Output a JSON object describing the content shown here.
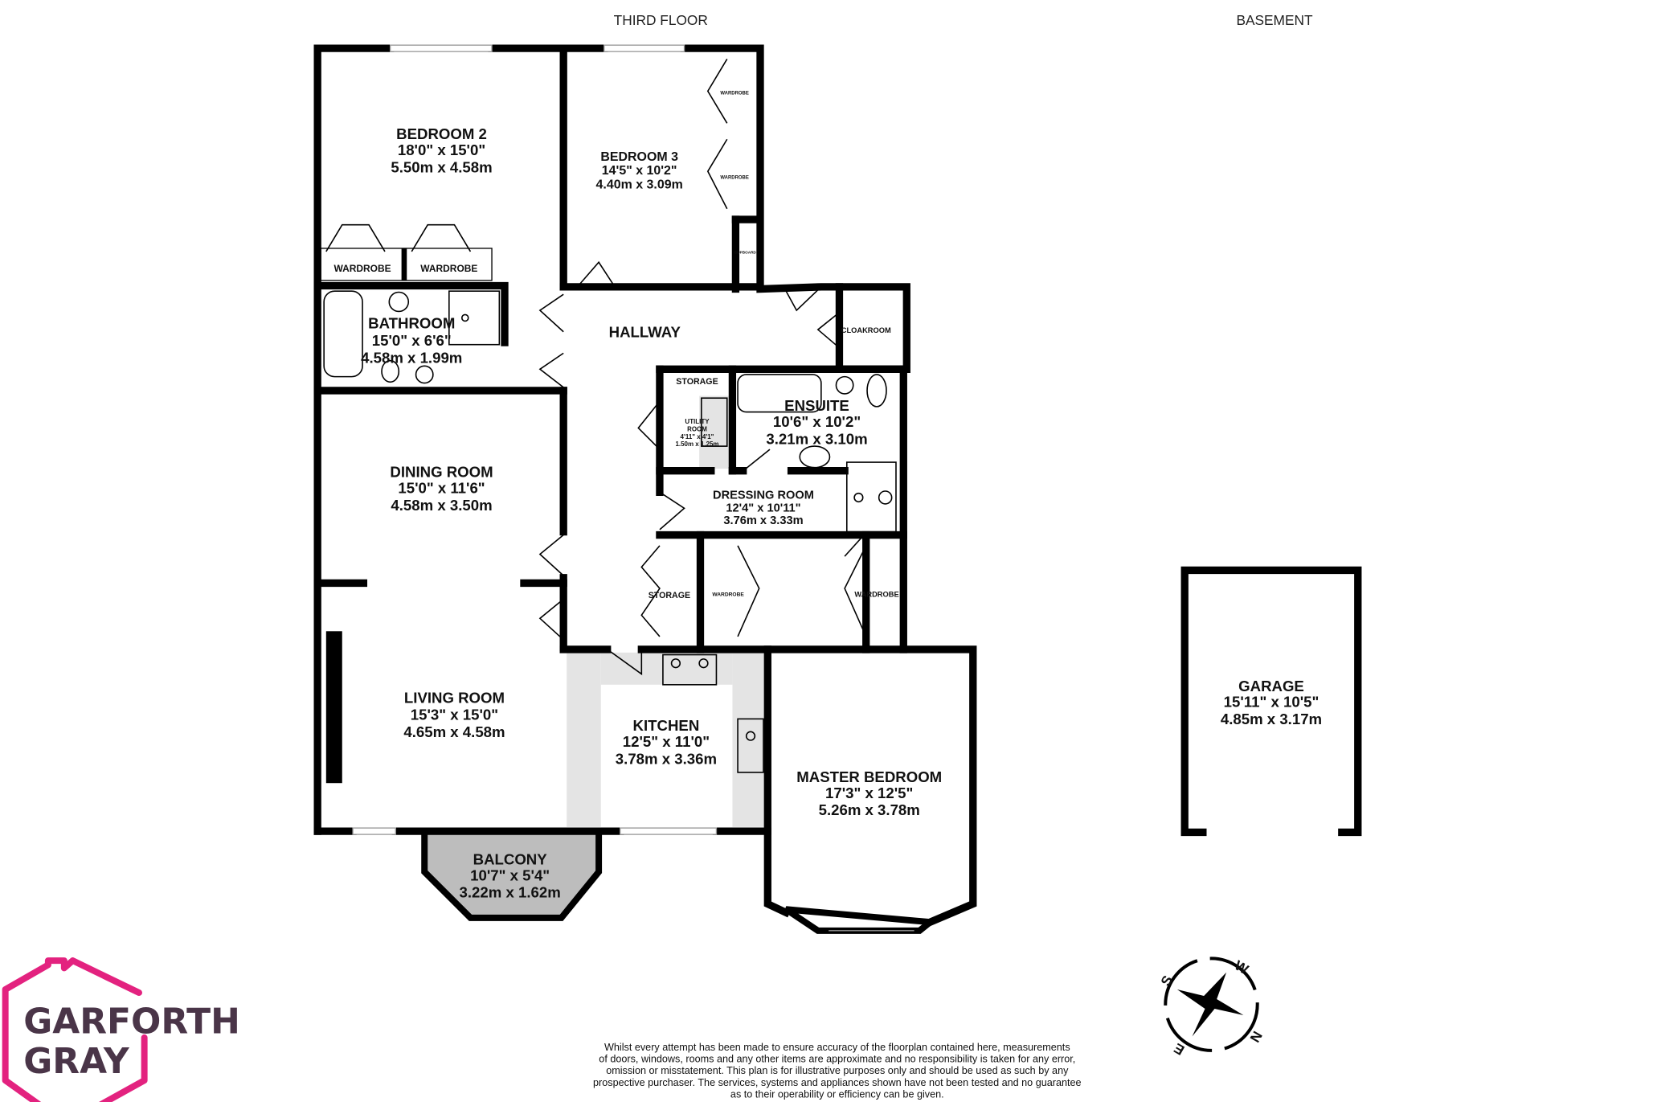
{
  "headers": {
    "third_floor": "THIRD FLOOR",
    "basement": "BASEMENT"
  },
  "rooms": {
    "bedroom2": {
      "name": "BEDROOM 2",
      "imperial": "18'0\"  x 15'0\"",
      "metric": "5.50m  x 4.58m"
    },
    "bedroom3": {
      "name": "BEDROOM 3",
      "imperial": "14'5\"  x 10'2\"",
      "metric": "4.40m  x 3.09m"
    },
    "bathroom": {
      "name": "BATHROOM",
      "imperial": "15'0\"  x 6'6\"",
      "metric": "4.58m  x 1.99m"
    },
    "hallway": {
      "name": "HALLWAY"
    },
    "cloakroom": {
      "name": "CLOAKROOM"
    },
    "storage_top": {
      "name": "STORAGE"
    },
    "utility": {
      "name1": "UTILITY",
      "name2": "ROOM",
      "imperial": "4'11\"  x 4'1\"",
      "metric": "1.50m  x 1.25m"
    },
    "ensuite": {
      "name": "ENSUITE",
      "imperial": "10'6\"  x 10'2\"",
      "metric": "3.21m  x 3.10m"
    },
    "dressing": {
      "name": "DRESSING ROOM",
      "imperial": "12'4\"  x 10'11\"",
      "metric": "3.76m  x 3.33m"
    },
    "dining": {
      "name": "DINING ROOM",
      "imperial": "15'0\"  x 11'6\"",
      "metric": "4.58m  x 3.50m"
    },
    "living": {
      "name": "LIVING ROOM",
      "imperial": "15'3\"  x 15'0\"",
      "metric": "4.65m  x 4.58m"
    },
    "kitchen": {
      "name": "KITCHEN",
      "imperial": "12'5\"  x 11'0\"",
      "metric": "3.78m  x 3.36m"
    },
    "master": {
      "name": "MASTER BEDROOM",
      "imperial": "17'3\"  x 12'5\"",
      "metric": "5.26m  x 3.78m"
    },
    "balcony": {
      "name": "BALCONY",
      "imperial": "10'7\"  x 5'4\"",
      "metric": "3.22m  x 1.62m"
    },
    "storage_mid": {
      "name": "STORAGE"
    },
    "garage": {
      "name": "GARAGE",
      "imperial": "15'11\"  x 10'5\"",
      "metric": "4.85m  x 3.17m"
    }
  },
  "fixtures": {
    "wardrobe": "WARDROBE",
    "cupboard": "CUPBOARD"
  },
  "compass": {
    "n": "N",
    "e": "E",
    "s": "S",
    "w": "W"
  },
  "logo": {
    "line1": "GARFORTH",
    "line2": "GRAY",
    "color": "#e3227f",
    "text_color": "#4a3548"
  },
  "disclaimer": [
    "Whilst every attempt has been made to ensure accuracy of the floorplan contained here, measurements",
    "of doors, windows, rooms and any other items are approximate and no responsibility is taken for any error,",
    "omission or misstatement. This plan is for illustrative purposes only and should be used as such by any",
    "prospective purchaser. The services, systems and appliances shown have not been tested and no guarantee",
    "as to their operability or efficiency can be given."
  ]
}
